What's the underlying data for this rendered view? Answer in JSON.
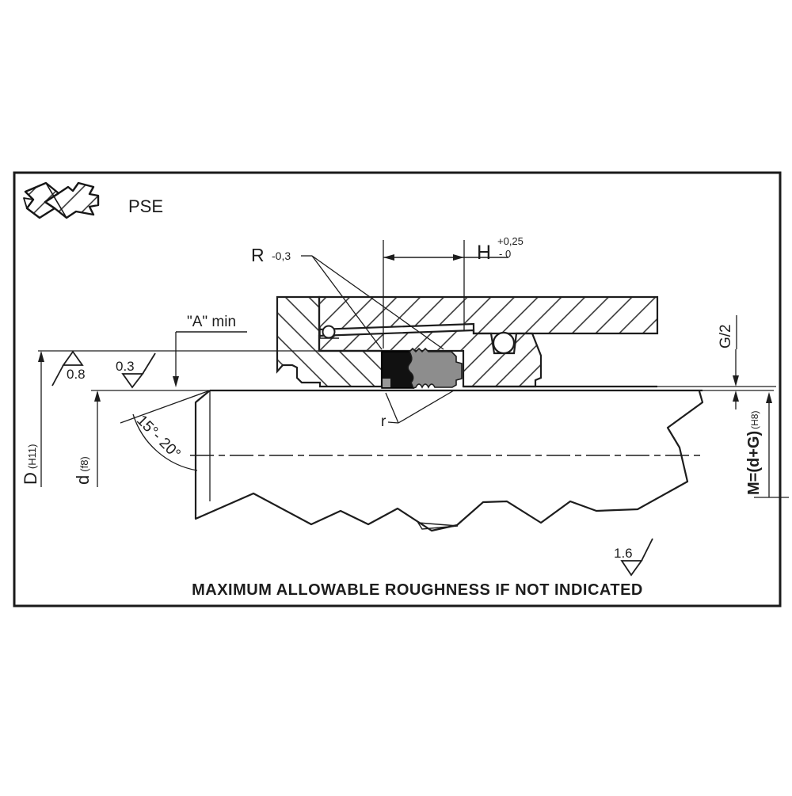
{
  "drawing": {
    "series_label": "PSE",
    "note": "MAXIMUM ALLOWABLE ROUGHNESS IF NOT INDICATED",
    "dimensions": {
      "groove_width": {
        "label": "H",
        "tol_upper": "+0,25",
        "tol_lower": "- 0"
      },
      "groove_corner_radius_top": {
        "label": "R",
        "tol": "-0,3"
      },
      "groove_corner_radius_bottom": {
        "label": "r"
      },
      "lead_in_length": {
        "label": "\"A\" min"
      },
      "lead_in_angle": {
        "label": "15°- 20°"
      },
      "groove_bore_diameter": {
        "label": "D",
        "fit": "(H11)"
      },
      "rod_diameter": {
        "label": "d",
        "fit": "(f8)"
      },
      "radial_clearance": {
        "label": "G/2"
      },
      "housing_bore_diameter": {
        "label": "M=(d+G)",
        "fit": "(H8)"
      }
    },
    "roughness": {
      "groove_bore": "0.8",
      "rod_surface": "0.3",
      "general": "1.6"
    },
    "colors": {
      "line": "#1d1d1d",
      "seal_energizer": "#111111",
      "seal_ring": "#8d8d8d",
      "paper": "#ffffff"
    }
  }
}
